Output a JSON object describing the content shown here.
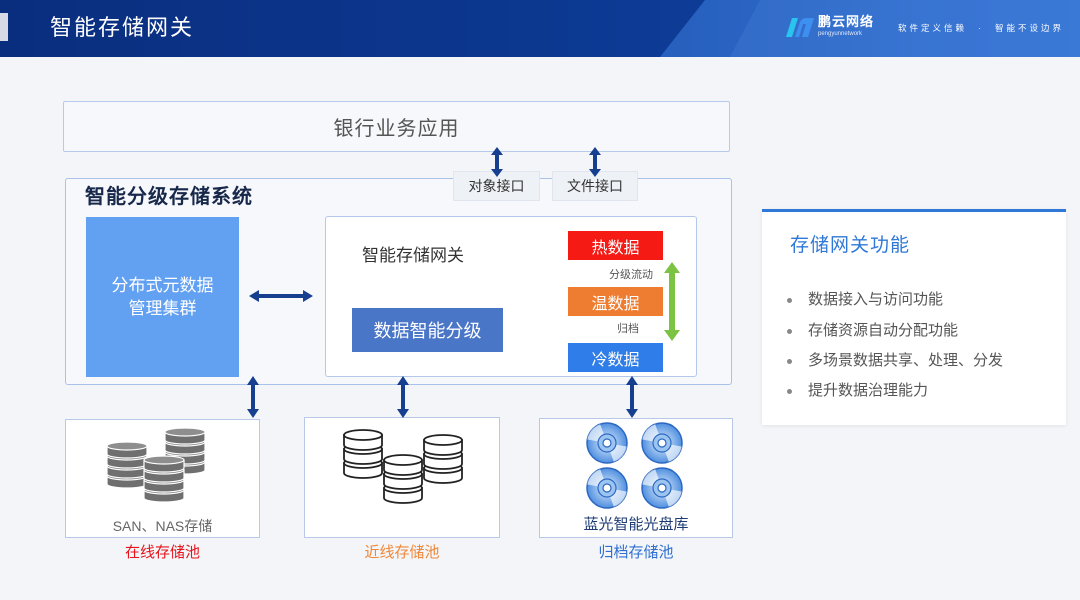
{
  "header": {
    "title": "智能存储网关",
    "logo": {
      "name": "鹏云网络",
      "sub": "pengyunnetwork",
      "icon": "logo-icon"
    },
    "slogan": {
      "left": "软件定义信赖",
      "sep": "·",
      "right": "智能不设边界"
    }
  },
  "diagram": {
    "application": "银行业务应用",
    "interfaces": [
      "对象接口",
      "文件接口"
    ],
    "system": {
      "title": "智能分级存储系统",
      "metadata_cluster": {
        "lines": [
          "分布式元数据",
          "管理集群"
        ]
      },
      "gateway": {
        "title": "智能存储网关",
        "tiering": "数据智能分级",
        "tiers": [
          {
            "label": "热数据",
            "color": "#f51a14"
          },
          {
            "label": "温数据",
            "color": "#ee7d31"
          },
          {
            "label": "冷数据",
            "color": "#2f7de8"
          }
        ],
        "flow_labels": {
          "tiered_flow": "分级流动",
          "archive": "归档"
        }
      }
    },
    "pools": [
      {
        "device": "SAN、NAS存储",
        "name": "在线存储池",
        "icon": "database-stack-icon",
        "color": "#e6141b"
      },
      {
        "name": "近线存储池",
        "icon": "database-outline-icon",
        "color": "#f0883a"
      },
      {
        "device": "蓝光智能光盘库",
        "name": "归档存储池",
        "icon": "optical-disc-icon",
        "color": "#2f6fd0"
      }
    ]
  },
  "side_panel": {
    "title": "存储网关功能",
    "items": [
      "数据接入与访问功能",
      "存储资源自动分配功能",
      "多场景数据共享、处理、分发",
      "提升数据治理能力"
    ]
  },
  "colors": {
    "header": "#0c3890",
    "accent": "#2f78d8",
    "arrow": "#163f8f",
    "flow_arrow": "#7cc243",
    "cluster": "#62a0f2",
    "tiering": "#4a76c8"
  }
}
